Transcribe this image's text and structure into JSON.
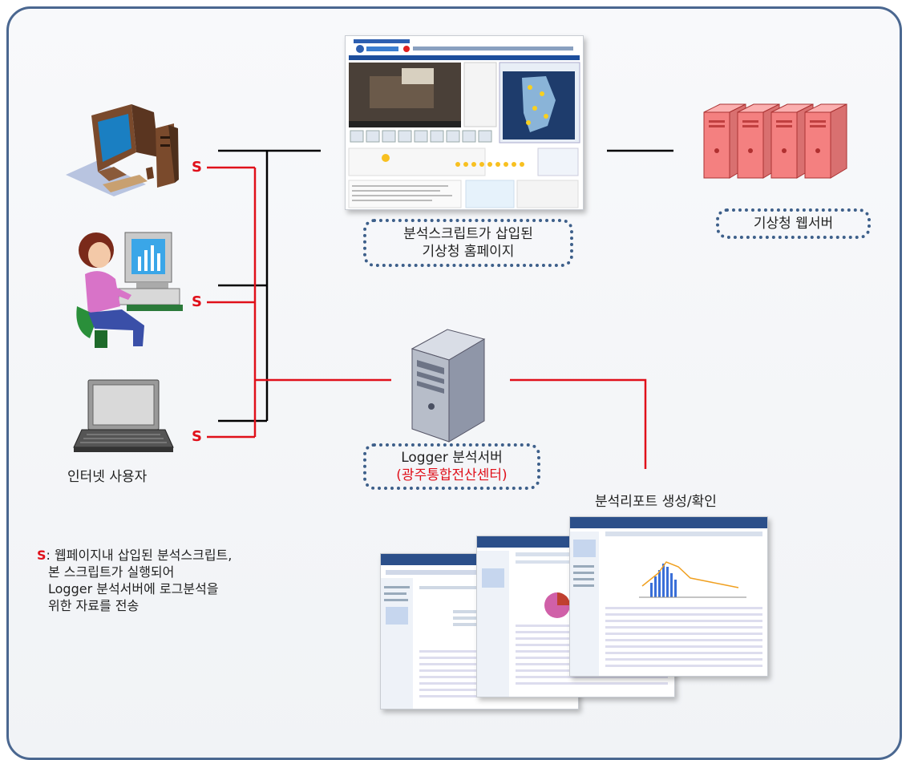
{
  "nodes": {
    "homepage_caption": [
      "분석스크립트가 삽입된",
      "기상청 홈페이지"
    ],
    "webserver_caption": "기상청 웹서버",
    "logger_caption": "Logger 분석서버",
    "logger_location": "(광주통합전산센터)",
    "users_caption": "인터넷 사용자",
    "report_caption": "분석리포트 생성/확인"
  },
  "script_marker": "S",
  "legend": {
    "key": "S",
    "separator": ":",
    "lines": [
      "웹페이지내 삽입된 분석스크립트,",
      "본 스크립트가 실행되어",
      "Logger 분석서버에 로그분석을",
      "위한 자료를 전송"
    ]
  },
  "colors": {
    "frame": "#4a6790",
    "script_link": "#e0101a",
    "network_link": "#000000",
    "dotted_box": "#3d5f8a"
  }
}
